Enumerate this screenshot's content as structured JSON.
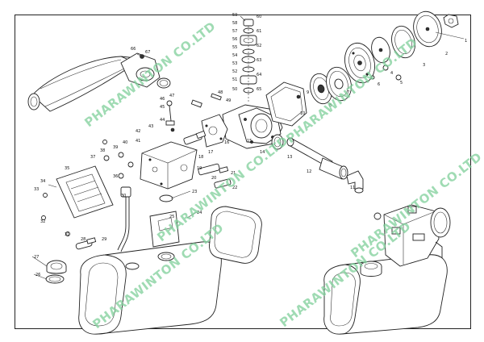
{
  "watermark": {
    "text_1": "PHARAWINTON CO.LTD",
    "text_2": "PHARAWINTON CO.LTD",
    "text_3": "PHARAWINTON CO.LTD",
    "text_4": "PHARAWINTON CO.LTD",
    "text_5": "PHARAWINTON CO.LTD",
    "text_6": "PHARAWINTON CO.LTD",
    "color": "#7fcf9a"
  },
  "callouts": {
    "c1": "1",
    "c2": "2",
    "c3": "3",
    "c4": "4",
    "c5": "5",
    "c6": "6",
    "c7": "7",
    "c8": "8",
    "c9": "9",
    "c10": "10",
    "c11": "11",
    "c12": "12",
    "c13": "13",
    "c14": "14",
    "c15": "15",
    "c16": "16",
    "c17": "17",
    "c18": "18",
    "c19": "19",
    "c20": "20",
    "c21": "21",
    "c22": "22",
    "c23": "23",
    "c24": "24",
    "c25": "25",
    "c26": "26",
    "c27": "27",
    "c28": "28",
    "c29": "29",
    "c30": "30",
    "c31": "31",
    "c32": "32",
    "c33": "33",
    "c34": "34",
    "c35": "35",
    "c36": "36",
    "c37": "37",
    "c38": "38",
    "c39": "39",
    "c40": "40",
    "c41": "41",
    "c42": "42",
    "c43": "43",
    "c44": "44",
    "c45": "45",
    "c46": "46",
    "c47": "47",
    "c48": "48",
    "c49": "49",
    "c50": "50",
    "c51": "51",
    "c52": "52",
    "c53": "53",
    "c54": "54",
    "c55": "55",
    "c56": "56",
    "c57": "57",
    "c58": "58",
    "c59": "59",
    "c60": "60",
    "c61": "61",
    "c62": "62",
    "c63": "63",
    "c64": "64",
    "c65": "65",
    "c66": "66",
    "c67": "67"
  }
}
